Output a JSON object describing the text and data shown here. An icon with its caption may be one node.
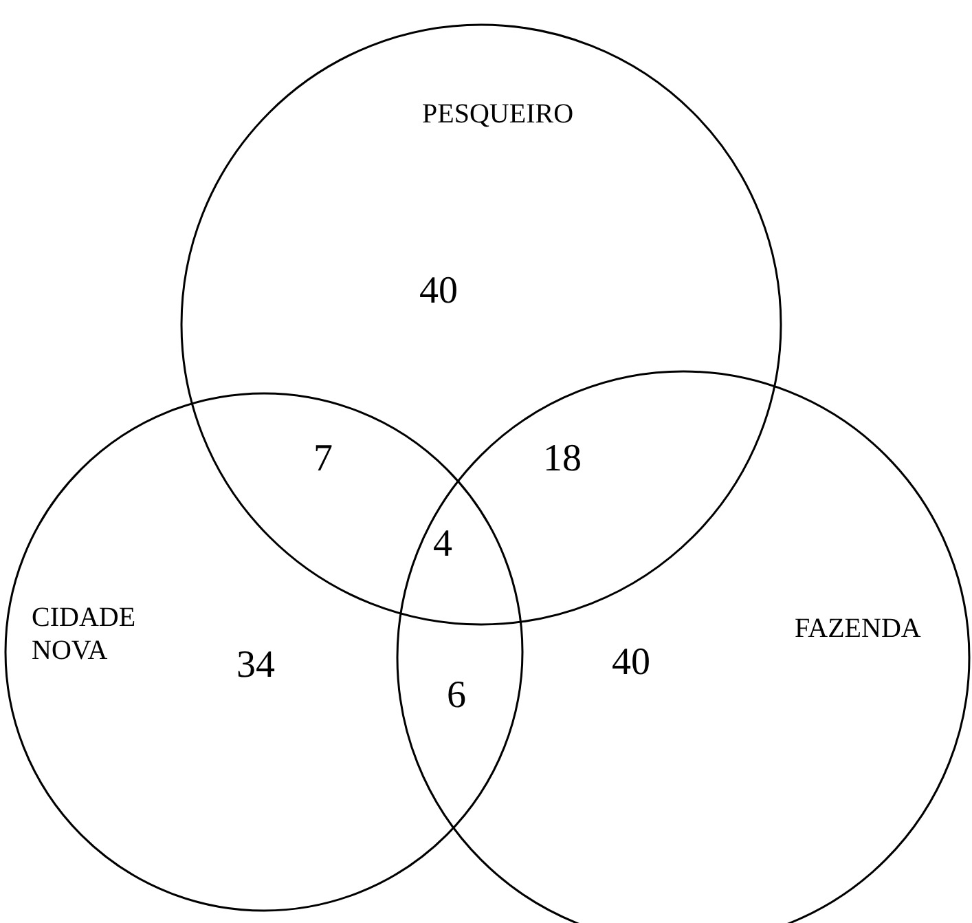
{
  "diagram": {
    "nodes": [
      {
        "text": [
          "PESQUEIRO"
        ]
      },
      {
        "text": [
          "CIDADE NOVA"
        ]
      },
      {
        "text": [
          "FAZENDA"
        ]
      }
    ],
    "labels": [
      "40",
      "7",
      "18",
      "4",
      "34",
      "40",
      "6"
    ]
  }
}
